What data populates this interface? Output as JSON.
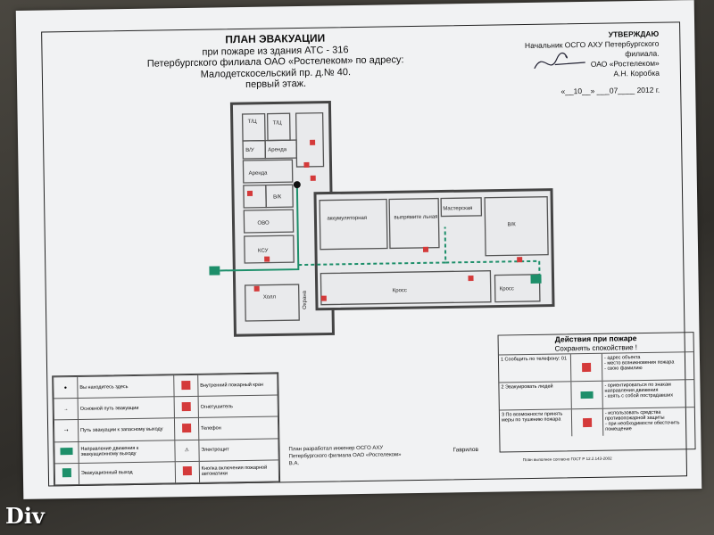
{
  "title": {
    "l1": "ПЛАН ЭВАКУАЦИИ",
    "l2": "при  пожаре  из здания АТС - 316",
    "l3": "Петербургского  филиала  ОАО «Ростелеком» по адресу:",
    "l4": "Малодетскосельский пр. д.№ 40.",
    "l5": "первый этаж."
  },
  "approval": {
    "head": "УТВЕРЖДАЮ",
    "l1": "Начальник ОСГО АХУ Петербургского",
    "l2": "филиала.",
    "l3": "ОАО «Ростелеком»",
    "l4": "А.Н. Коробка",
    "date": "«__10__» ___07____ 2012 г."
  },
  "rooms": {
    "tc1": "Т/Ц",
    "tc2": "Т/Ц",
    "vu": "В/У",
    "arenda1": "Аренда",
    "arenda2": "Аренда",
    "vk1": "В/К",
    "ovo": "ОВО",
    "ksu": "КСУ",
    "holl": "Холл",
    "ohrana": "Охрана",
    "akk": "аккумуляторная",
    "vypr": "выпрямите льная",
    "master": "Мастерская",
    "vk2": "В/К",
    "kross1": "Кросс",
    "kross2": "Кросс"
  },
  "legend": [
    {
      "l": "Вы находитесь здесь",
      "r": "Внутренний пожарный кран"
    },
    {
      "l": "Основной путь эвакуации",
      "r": "Огнетушитель"
    },
    {
      "l": "Путь эвакуации к запасному выходу",
      "r": "Телефон"
    },
    {
      "l": "Направление движения к эвакуационному выходу",
      "r": "Электрощит"
    },
    {
      "l": "Эвакуационный выход",
      "r": "Кнопка включения пожарной автоматики"
    }
  ],
  "actions": {
    "h1": "Действия при пожаре",
    "h2": "Сохранять спокойствие !",
    "rows": [
      {
        "c1": "1  Сообщить по телефону:  01",
        "c3": "- адрес объекта\n- место возникновения пожара\n- свою фамилию"
      },
      {
        "c1": "2  Эвакуировать людей",
        "c3": "- ориентироваться по знакам направления движения\n- взять с собой пострадавших"
      },
      {
        "c1": "3  По возможности принять меры по тушению пожара",
        "c3": "- использовать средства противопожарной защиты\n- при необходимости обесточить помещение"
      }
    ]
  },
  "developer": {
    "l1": "План разработал  инженер ОСГО АХУ",
    "l2": "Петербургского  филиала ОАО «Ростелеком»",
    "l3": "В.А.",
    "name": "Гаврилов"
  },
  "gost": "План выполнен согласно ГОСТ Р 12.2.143-2002",
  "watermark": "Div"
}
